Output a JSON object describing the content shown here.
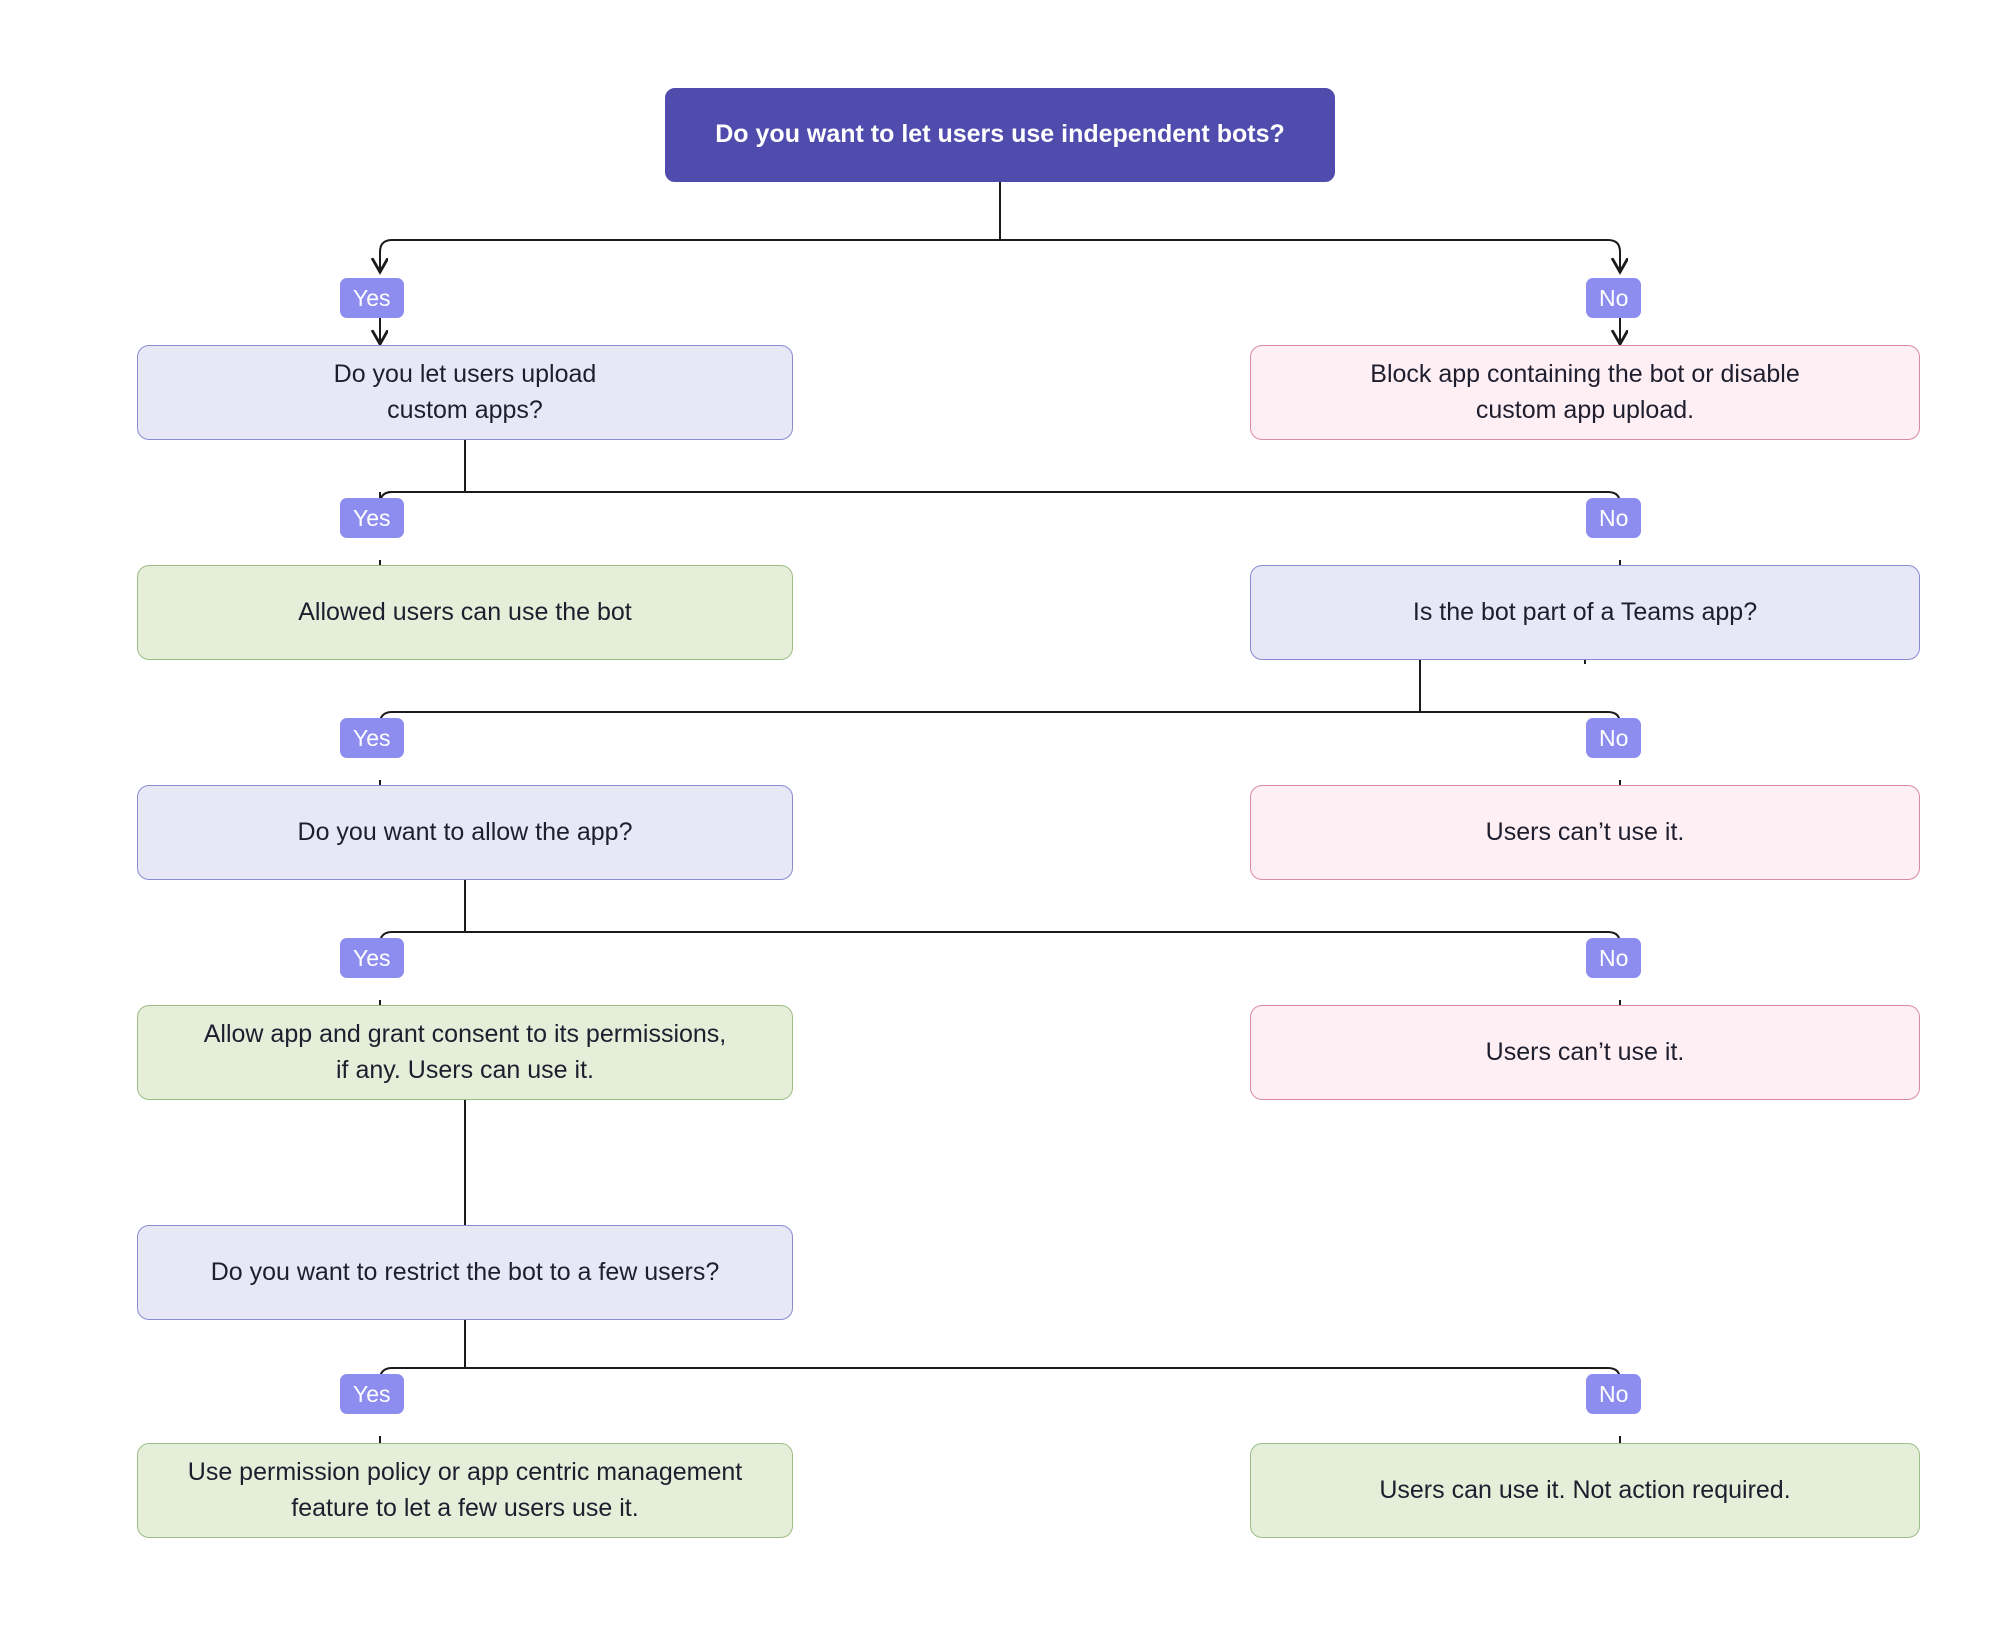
{
  "diagram": {
    "title": "Bot usage decision flowchart",
    "colors": {
      "root_fill": "#4f4cad",
      "root_text": "#ffffff",
      "decision_fill": "#e7e7f8",
      "decision_border": "#8a8ad0",
      "negative_fill": "#fdeff4",
      "negative_border": "#d98a9f",
      "positive_fill": "#e4eed9",
      "positive_border": "#9cbd86",
      "label_fill": "#8d8df0",
      "label_text": "#ffffff",
      "edge_stroke": "#1b1b1b",
      "background": "#ffffff"
    },
    "nodes": [
      {
        "id": "n1",
        "type": "root",
        "text": "Do you want to let users use independent bots?"
      },
      {
        "id": "n2",
        "type": "decision",
        "text": "Do you let users upload\ncustom apps?"
      },
      {
        "id": "n3",
        "type": "negative",
        "text": "Block app containing the bot or disable\ncustom app upload."
      },
      {
        "id": "n4",
        "type": "positive",
        "text": "Allowed users can use the bot"
      },
      {
        "id": "n5",
        "type": "decision",
        "text": "Is the bot part of a Teams app?"
      },
      {
        "id": "n6",
        "type": "decision",
        "text": "Do you want to allow the app?"
      },
      {
        "id": "n7",
        "type": "negative",
        "text": "Users can’t use it."
      },
      {
        "id": "n8",
        "type": "positive",
        "text": "Allow app and grant consent to its permissions,\nif any. Users can use it."
      },
      {
        "id": "n9",
        "type": "negative",
        "text": "Users can’t use it."
      },
      {
        "id": "n10",
        "type": "decision",
        "text": "Do you want to restrict the bot to a few users?"
      },
      {
        "id": "n11",
        "type": "positive",
        "text": "Use permission policy or app centric management\nfeature to let a few users use it."
      },
      {
        "id": "n12",
        "type": "positive",
        "text": "Users can use it. Not action required."
      }
    ],
    "edge_labels": [
      {
        "id": "e1",
        "text": "Yes"
      },
      {
        "id": "e2",
        "text": "No"
      },
      {
        "id": "e3",
        "text": "Yes"
      },
      {
        "id": "e4",
        "text": "No"
      },
      {
        "id": "e5",
        "text": "Yes"
      },
      {
        "id": "e6",
        "text": "No"
      },
      {
        "id": "e7",
        "text": "Yes"
      },
      {
        "id": "e8",
        "text": "No"
      },
      {
        "id": "e9",
        "text": "Yes"
      },
      {
        "id": "e10",
        "text": "No"
      }
    ],
    "edges": [
      {
        "from": "n1",
        "to": "n2",
        "label": "Yes"
      },
      {
        "from": "n1",
        "to": "n3",
        "label": "No"
      },
      {
        "from": "n2",
        "to": "n4",
        "label": "Yes"
      },
      {
        "from": "n2",
        "to": "n5",
        "label": "No"
      },
      {
        "from": "n5",
        "to": "n6",
        "label": "Yes"
      },
      {
        "from": "n5",
        "to": "n7",
        "label": "No"
      },
      {
        "from": "n6",
        "to": "n8",
        "label": "Yes"
      },
      {
        "from": "n6",
        "to": "n9",
        "label": "No"
      },
      {
        "from": "n8",
        "to": "n10",
        "label": ""
      },
      {
        "from": "n10",
        "to": "n11",
        "label": "Yes"
      },
      {
        "from": "n10",
        "to": "n12",
        "label": "No"
      }
    ]
  }
}
